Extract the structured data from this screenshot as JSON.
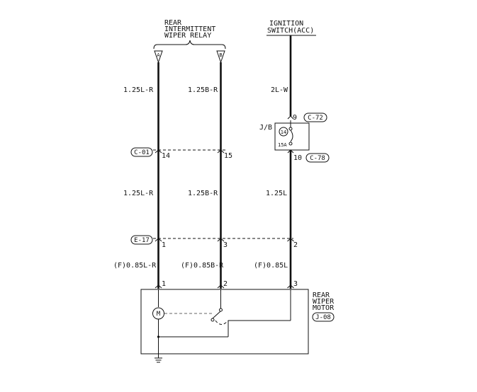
{
  "relay": {
    "label_line1": "REAR",
    "label_line2": "INTERMITTENT",
    "label_line3": "WIPER RELAY",
    "pin_a": "A",
    "pin_b": "B"
  },
  "ignition": {
    "label_line1": "IGNITION",
    "label_line2": "SWITCH(ACC)"
  },
  "wires_top": {
    "left": "1.25L-R",
    "mid": "1.25B-R",
    "right": "2L-W"
  },
  "junction_block": {
    "label": "J/B",
    "fuse_number": "14",
    "fuse_rating": "15A",
    "pin_in": "9",
    "pin_out": "10",
    "conn_in": "C-72",
    "conn_out": "C-78"
  },
  "connector_c01": {
    "code": "C-01",
    "pin_left": "14",
    "pin_mid": "15"
  },
  "wires_mid": {
    "left": "1.25L-R",
    "mid": "1.25B-R",
    "right": "1.25L"
  },
  "connector_e17": {
    "code": "E-17",
    "pin_left": "1",
    "pin_mid": "3",
    "pin_right": "2"
  },
  "wires_bottom": {
    "left": "(F)0.85L-R",
    "mid": "(F)0.85B-R",
    "right": "(F)0.85L"
  },
  "motor": {
    "label_line1": "REAR",
    "label_line2": "WIPER",
    "label_line3": "MOTOR",
    "code": "J-08",
    "pin_1": "1",
    "pin_2": "2",
    "pin_3": "3",
    "motor_symbol": "M"
  }
}
